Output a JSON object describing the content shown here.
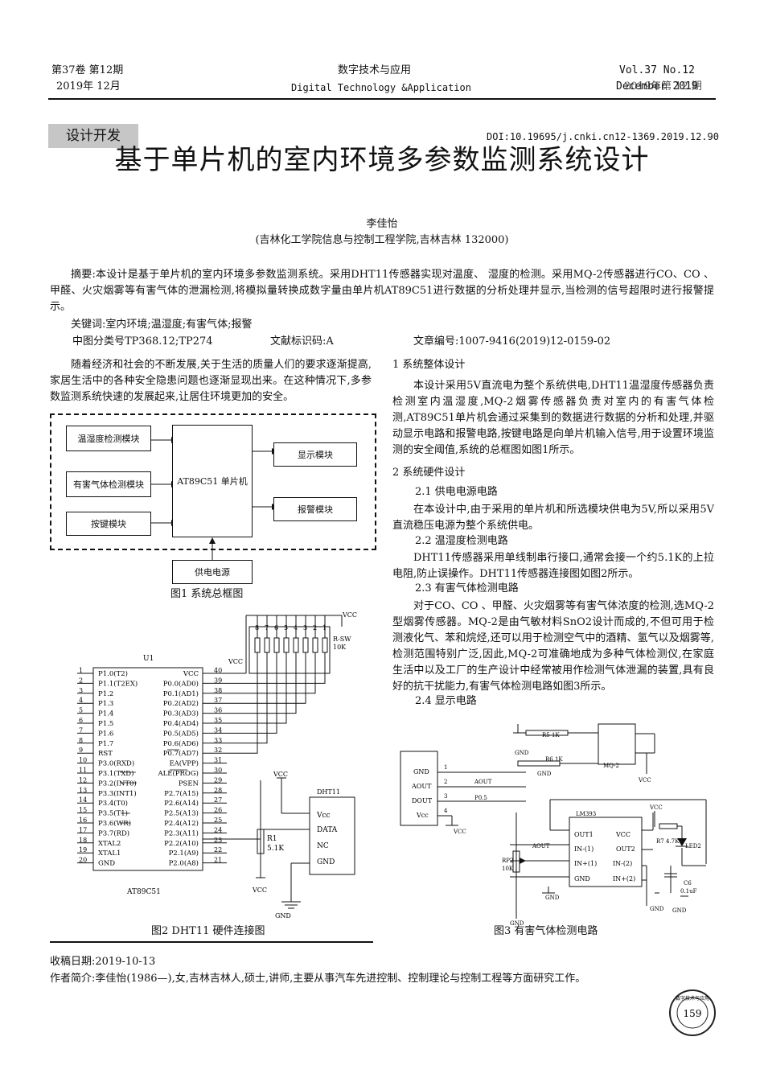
{
  "header": {
    "left_line1": "第37卷  第12期",
    "left_line2": "2019年  12月",
    "center_line1": "数字技术与应用",
    "center_line2": "Digital Technology &Application",
    "right_line1": "Vol.37  No.12",
    "right_line2": "December 2019",
    "right_line2_overlay": "2019年第 12 期"
  },
  "section_tag": "设计开发",
  "doi": "DOI:10.19695/j.cnki.cn12-1369.2019.12.90",
  "title": "基于单片机的室内环境多参数监测系统设计",
  "author": "李佳怡",
  "affiliation": "(吉林化工学院信息与控制工程学院,吉林吉林   132000)",
  "abstract": "摘要:本设计是基于单片机的室内环境多参数监测系统。采用DHT11传感器实现对温度、 湿度的检测。采用MQ-2传感器进行CO、CO  、甲醛、火灾烟雾等有害气体的泄漏检测,将模拟量转换成数字量由单片机AT89C51进行数据的分析处理并显示,当检测的信号超限时进行报警提示。",
  "keywords": "关键词:室内环境;温湿度;有害气体;报警",
  "classification": "中图分类号TP368.12;TP274",
  "doc_code": "文献标识码:A",
  "article_no": "文章编号:1007-9416(2019)12-0159-02",
  "intro_para": "随着经济和社会的不断发展,关于生活的质量人们的要求逐渐提高,家居生活中的各种安全隐患问题也逐渐显现出来。在这种情况下,多参数监测系统快速的发展起来,让居住环境更加的安全。",
  "fig1": {
    "caption": "图1   系统总框图",
    "mcu": "AT89C51 单片机",
    "block_temp": "温湿度检测模块",
    "block_gas": "有害气体检测模块",
    "block_key": "按键模块",
    "block_display": "显示模块",
    "block_alarm": "报警模块",
    "block_power": "供电电源"
  },
  "fig2": {
    "caption": "图2  DHT11  硬件连接图",
    "chip_label": "U1",
    "chip_name": "AT89C51",
    "left_pins": [
      "P1.0(T2)",
      "P1.1(T2EX)",
      "P1.2",
      "P1.3",
      "P1.4",
      "P1.5",
      "P1.6",
      "P1.7",
      "RST",
      "P3.0(RXD)",
      "P3.1(TXD)",
      "P3.2(INT0)",
      "P3.3(INT1)",
      "P3.4(T0)",
      "P3.5(T1)",
      "P3.6(WR)",
      "P3.7(RD)",
      "XTAL2",
      "XTAL1",
      "GND"
    ],
    "right_pins": [
      "VCC",
      "P0.0(AD0)",
      "P0.1(AD1)",
      "P0.2(AD2)",
      "P0.3(AD3)",
      "P0.4(AD4)",
      "P0.5(AD5)",
      "P0.6(AD6)",
      "P0.7(AD7)",
      "EA(VPP)",
      "ALE(PROG)",
      "PSEN",
      "P2.7(A15)",
      "P2.6(A14)",
      "P2.5(A13)",
      "P2.4(A12)",
      "P2.3(A11)",
      "P2.2(A10)",
      "P2.1(A9)",
      "P2.0(A8)"
    ],
    "left_nums": [
      "1",
      "2",
      "3",
      "4",
      "5",
      "6",
      "7",
      "8",
      "9",
      "10",
      "11",
      "12",
      "13",
      "14",
      "15",
      "16",
      "17",
      "18",
      "19",
      "20"
    ],
    "right_nums": [
      "40",
      "39",
      "38",
      "37",
      "36",
      "35",
      "34",
      "33",
      "32",
      "31",
      "30",
      "29",
      "28",
      "27",
      "26",
      "25",
      "24",
      "23",
      "22",
      "21"
    ],
    "rsw_label": "R-SW",
    "rsw_value": "10K",
    "rsw_top_nums": [
      "8",
      "7",
      "6",
      "5",
      "4",
      "3",
      "2",
      "1"
    ],
    "vcc": "VCC",
    "gnd": "GND",
    "dht_title": "DHT11",
    "dht_pins": [
      "Vcc",
      "DATA",
      "NC",
      "GND"
    ],
    "r1_label": "R1",
    "r1_value": "5.1K"
  },
  "fig3": {
    "caption": "图3   有害气体检测电路",
    "module_pins": [
      "GND",
      "AOUT",
      "DOUT",
      "Vcc"
    ],
    "module_nums": [
      "1",
      "2",
      "3",
      "4"
    ],
    "aout_net": "AOUT",
    "dout_net": "P0.5",
    "r5": "R5 1K",
    "r6": "R6 1K",
    "mq_label": "MQ-2",
    "lm_label": "LM393",
    "lm_pins_left": [
      "OUT1",
      "IN-(1)",
      "IN+(1)",
      "GND"
    ],
    "lm_pins_right": [
      "VCC",
      "OUT2",
      "IN-(2)",
      "IN+(2)"
    ],
    "rp2": "RP2",
    "rp2_value": "10K",
    "r7": "R7 4.7K",
    "led": "LED2",
    "c6": "C6",
    "c6_value": "0.1uF",
    "vcc": "VCC",
    "gnd": "GND",
    "aout_label2": "AOUT"
  },
  "sections": {
    "s1_title": "1  系统整体设计",
    "s1_para": "本设计采用5V直流电为整个系统供电,DHT11温湿度传感器负责检测室内温湿度,MQ-2烟雾传感器负责对室内的有害气体检测,AT89C51单片机会通过采集到的数据进行数据的分析和处理,并驱动显示电路和报警电路,按键电路是向单片机输入信号,用于设置环境监测的安全阈值,系统的总框图如图1所示。",
    "s2_title": "2  系统硬件设计",
    "s21_title": "2.1  供电电源电路",
    "s21_para": "在本设计中,由于采用的单片机和所选模块供电为5V,所以采用5V直流稳压电源为整个系统供电。",
    "s22_title": "2.2  温湿度检测电路",
    "s22_para": "DHT11传感器采用单线制串行接口,通常会接一个约5.1K的上拉电阻,防止误操作。DHT11传感器连接图如图2所示。",
    "s23_title": "2.3  有害气体检测电路",
    "s23_para": "对于CO、CO  、甲醛、火灾烟雾等有害气体浓度的检测,选MQ-2型烟雾传感器。MQ-2是由气敏材料SnO2设计而成的,不但可用于检测液化气、苯和烷烃,还可以用于检测空气中的酒精、氢气以及烟雾等,检测范围特别广泛,因此,MQ-2可准确地成为多种气体检测仪,在家庭生活中以及工厂的生产设计中经常被用作检测气体泄漏的装置,具有良好的抗干扰能力,有害气体检测电路如图3所示。",
    "s24_title": "2.4  显示电路"
  },
  "footer": {
    "received": "收稿日期:2019-10-13",
    "bio": "作者简介:李佳怡(1986—),女,吉林吉林人,硕士,讲师,主要从事汽车先进控制、控制理论与控制工程等方面研究工作。",
    "page_number": "159",
    "seal_text": "数字技术与应用"
  }
}
